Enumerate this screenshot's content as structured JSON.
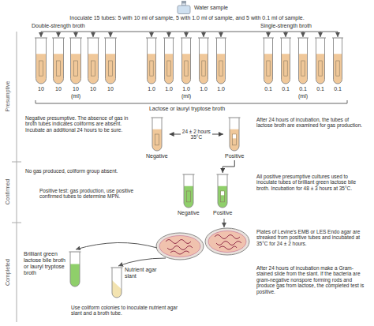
{
  "diagram": {
    "nodes": [
      {
        "text": [
          "Water sample"
        ]
      },
      {
        "text": [
          "Negative"
        ]
      },
      {
        "text": [
          "Positive"
        ]
      },
      {
        "text": [
          "Negative"
        ]
      },
      {
        "text": [
          "Positive"
        ]
      },
      {
        "text": [
          "Brilliant green lactose bile broth or lauryl tryptose broth"
        ]
      },
      {
        "text": [
          "Nutrient agar slant"
        ]
      }
    ],
    "edges": [
      {
        "from": 1,
        "to": 2,
        "arrow": "both",
        "label": "24 ± 2 hours 35°C"
      },
      {
        "from": 2,
        "to": 4,
        "arrow": "to"
      }
    ],
    "labels": [
      "Inoculate 15 tubes: 5 with 10 ml of sample, 5 with 1.0 ml of sample, and 5 with 0.1 ml of sample.",
      "Double-strength broth",
      "Single-strength broth",
      "10",
      "10",
      "10",
      "10",
      "10",
      "(ml)",
      "1.0",
      "1.0",
      "1.0",
      "1.0",
      "1.0",
      "(ml)",
      "0.1",
      "0.1",
      "0.1",
      "0.1",
      "0.1",
      "(ml)",
      "Lactose or lauryl tryptose broth",
      "Presumptive",
      "Confirmed",
      "Completed",
      "Negative presumptive. The absence of gas in broth tubes indicates coliforms are absent. Incubate an additional 24 hours to be sure.",
      "After 24 hours of incubation, the tubes of lactose broth are examined for gas production.",
      "No gas produced, coliform group absent.",
      "Positive test: gas production, use positive confirmed tubes to determine MPN.",
      "All positive presumptive cultures used to inoculate tubes of brilliant green lactose bile broth. Incubation for 48 ± 3 hours at 35°C.",
      "Plates of Levine's EMB or LES Endo agar are streaked from positive tubes and incubated at 35°C for 24 ± 2 hours.",
      "After 24 hours of incubation make a Gram-stained slide from the slant. If the bacteria are gram-negative nonspore forming rods and produce gas from lactose, the completed test is positive.",
      "Use coliform colonies to inoculate nutrient agar slant and a broth tube."
    ]
  }
}
